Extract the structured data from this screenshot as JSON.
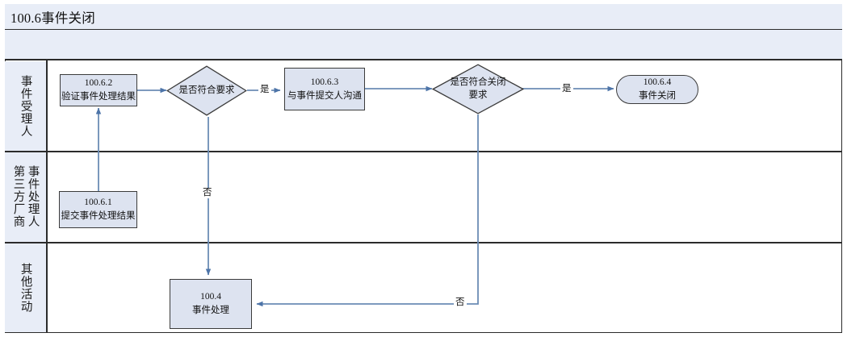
{
  "header": {
    "title": "100.6事件关闭",
    "subtitle": ""
  },
  "lanes": [
    {
      "id": "lane-handler-acceptor",
      "label": "事件受理人"
    },
    {
      "id": "lane-processor-vendor",
      "label": "事件处理人\n第三方厂商"
    },
    {
      "id": "lane-other-activity",
      "label": "其他活动"
    }
  ],
  "nodes": [
    {
      "id": "node-100-6-2",
      "shape": "rect",
      "code": "100.6.2",
      "name": "验证事件处理结果",
      "lane": "事件受理人"
    },
    {
      "id": "decision-meets-requirement",
      "shape": "diamond",
      "code": "",
      "name": "是否符合要求",
      "lane": "事件受理人"
    },
    {
      "id": "node-100-6-3",
      "shape": "rect",
      "code": "100.6.3",
      "name": "与事件提交人沟通",
      "lane": "事件受理人"
    },
    {
      "id": "decision-meets-close-requirement",
      "shape": "diamond",
      "code": "",
      "name_line1": "是否符合关闭",
      "name_line2": "要求",
      "lane": "事件受理人"
    },
    {
      "id": "node-100-6-4",
      "shape": "rounded",
      "code": "100.6.4",
      "name": "事件关闭",
      "lane": "事件受理人"
    },
    {
      "id": "node-100-6-1",
      "shape": "rect",
      "code": "100.6.1",
      "name": "提交事件处理结果",
      "lane": "事件处理人第三方厂商"
    },
    {
      "id": "node-100-4",
      "shape": "rect",
      "code": "100.4",
      "name": "事件处理",
      "lane": "其他活动"
    }
  ],
  "edge_labels": {
    "yes_after_first_decision": "是",
    "no_after_first_decision": "否",
    "yes_after_second_decision": "是",
    "no_after_second_decision": "否"
  },
  "colors": {
    "node_fill": "#dde3f0",
    "node_stroke": "#3b3b3b",
    "lane_header_fill": "#e8edf7",
    "frame_stroke": "#2b2b2b",
    "edge_stroke": "#5b7fa6",
    "text": "#111111"
  }
}
